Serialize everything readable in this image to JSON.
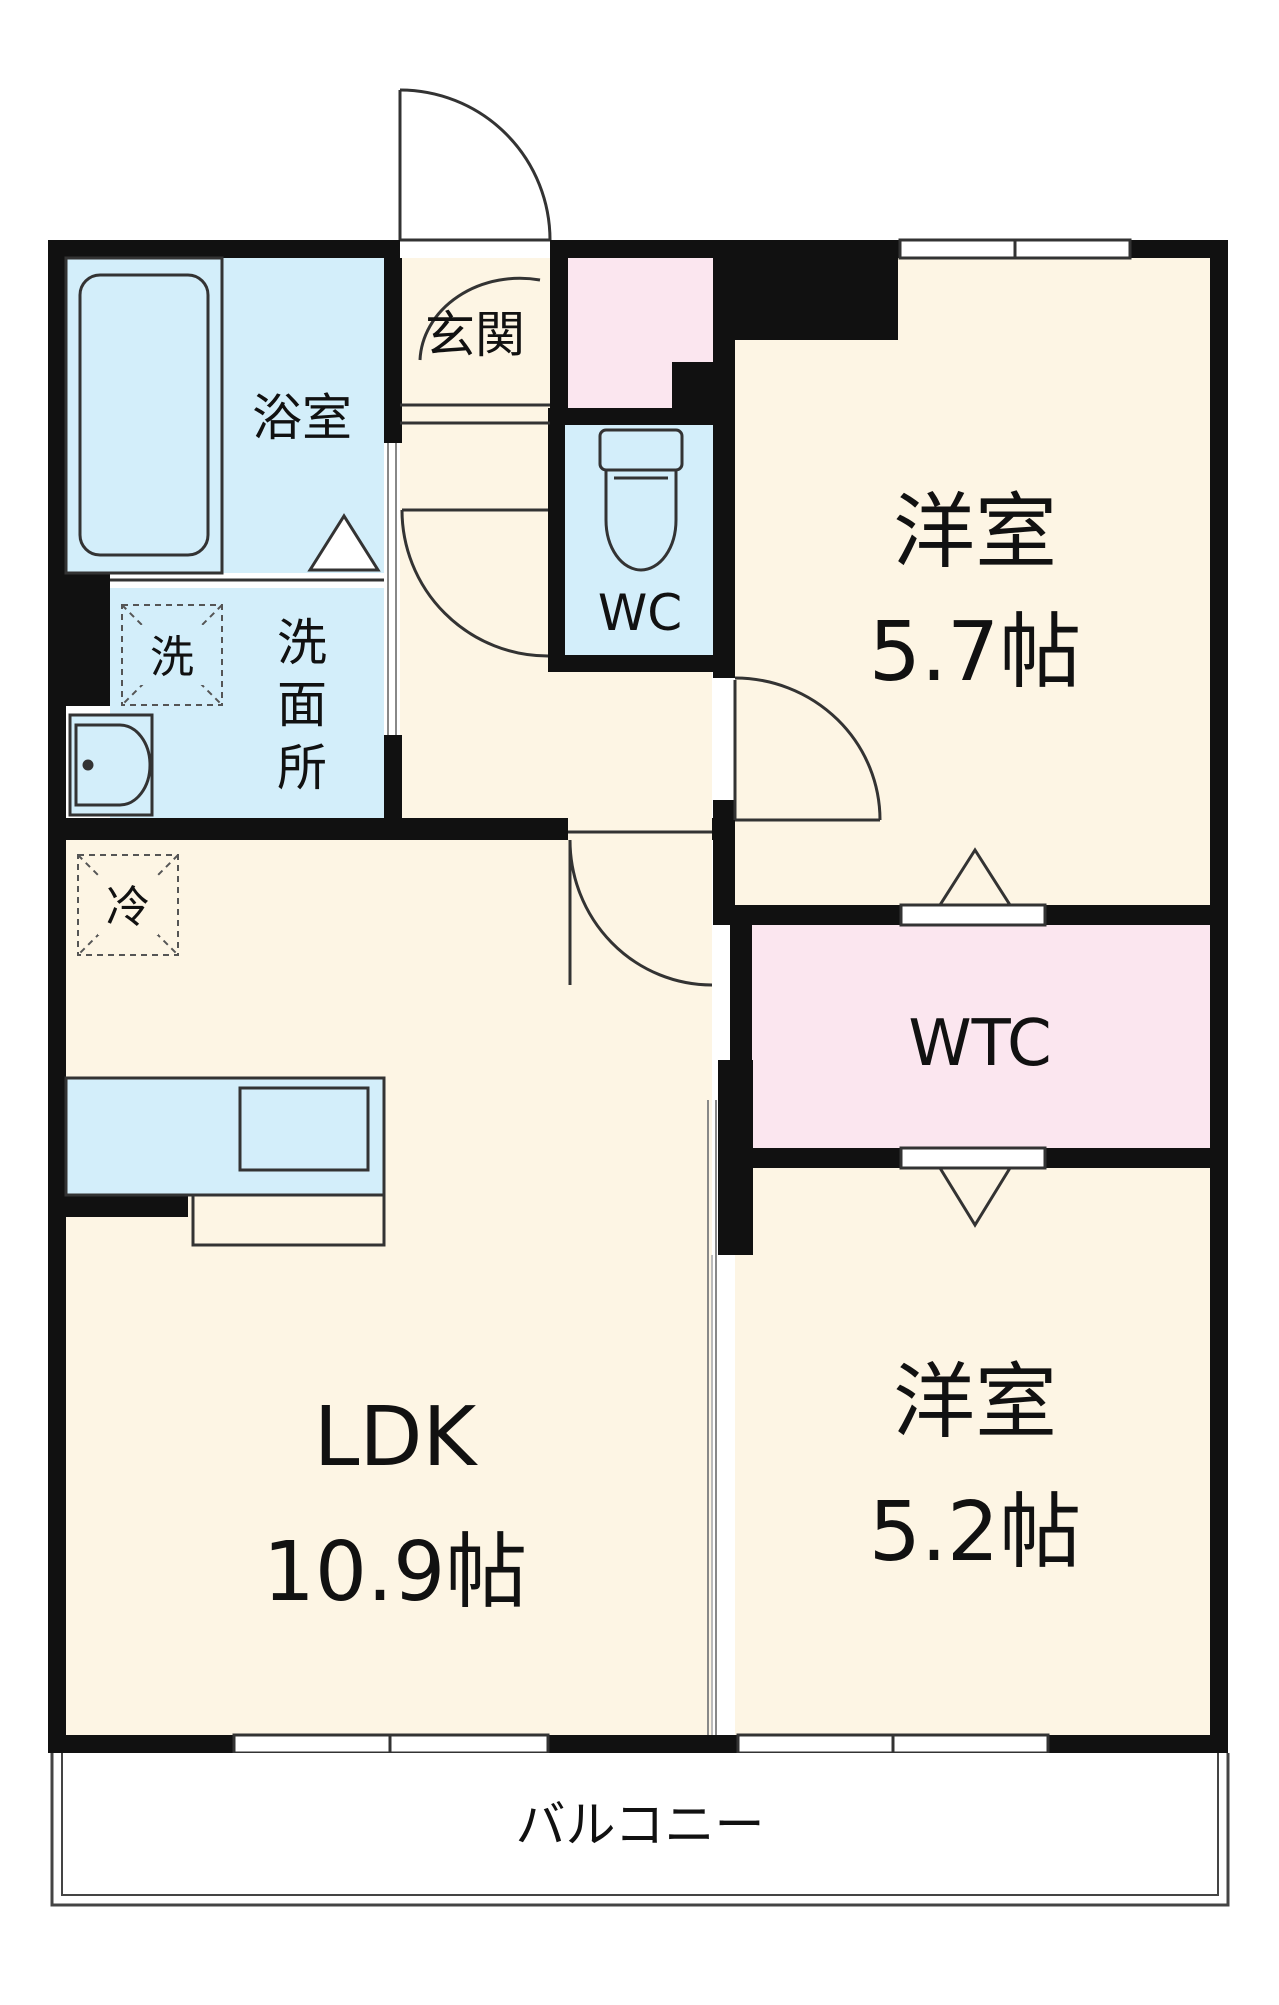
{
  "colors": {
    "wall": "#111111",
    "floor_room": "#fdf5e4",
    "floor_wet": "#d3eefa",
    "closet_pink": "#fbe6ef",
    "balcony": "#ffffff"
  },
  "rooms": {
    "western_room_1": {
      "name": "洋室",
      "size": "5.7帖"
    },
    "western_room_2": {
      "name": "洋室",
      "size": "5.2帖"
    },
    "ldk": {
      "name": "LDK",
      "size": "10.9帖"
    },
    "walk_in_closet": {
      "name": "WTC"
    },
    "toilet": {
      "name": "WC"
    },
    "bathroom": {
      "name": "浴室"
    },
    "washroom": {
      "name": "洗面所",
      "chars": [
        "洗",
        "面",
        "所"
      ]
    },
    "entrance": {
      "name": "玄関"
    },
    "balcony": {
      "name": "バルコニー"
    }
  },
  "fixtures": {
    "washer_mark": "洗",
    "fridge_mark": "冷"
  }
}
